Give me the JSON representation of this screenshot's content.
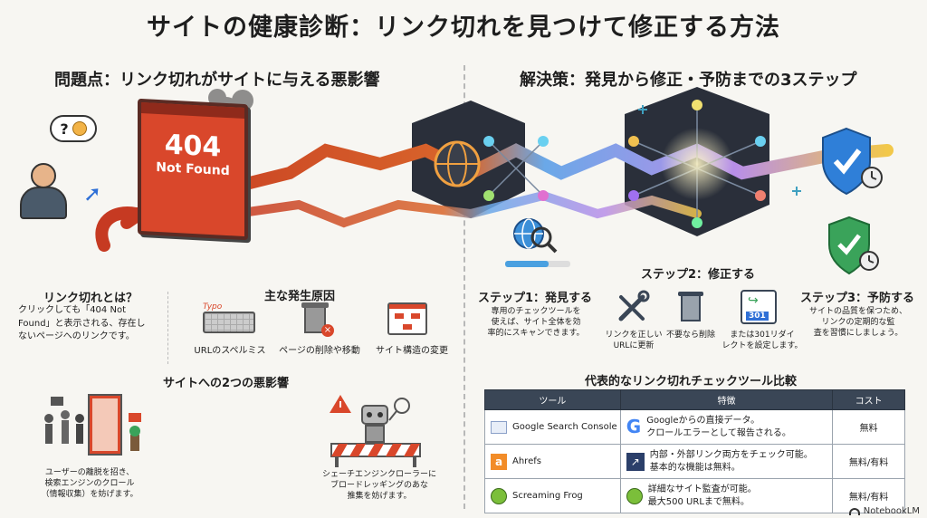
{
  "title": "サイトの健康診断：リンク切れを見つけて修正する方法",
  "left": {
    "heading": "問題点：リンク切れがサイトに与える悪影響",
    "error_code": "404",
    "error_text": "Not Found",
    "what": {
      "heading": "リンク切れとは？",
      "body": [
        "クリックしても「404 Not",
        "Found」と表示される、存在し",
        "ないページへのリンクです。"
      ]
    },
    "causes": {
      "heading": "主な発生原因",
      "typo_tag": "Typo",
      "items": [
        "URLのスペルミス",
        "ページの削除や移動",
        "サイト構造の変更"
      ]
    },
    "impacts": {
      "heading": "サイトへの2つの悪影響",
      "items": [
        [
          "ユーザーの離脱を招き、",
          "検索エンジンのクロール",
          "（情報収集）を妨げます。"
        ],
        [
          "シェーチエンジンクローラーに",
          "ブロードレッギングのあな",
          "推集を妨げます。"
        ]
      ]
    }
  },
  "right": {
    "heading": "解決策：発見から修正・予防までの3ステップ",
    "step1": {
      "heading": "ステップ1：発見する",
      "body": [
        "専用のチェックツールを",
        "使えば、サイト全体を効",
        "率的にスキャンできます。"
      ]
    },
    "step2": {
      "heading": "ステップ2：修正する",
      "items": [
        [
          "リンクを正しい",
          "URLに更新"
        ],
        [
          "不要なら削除"
        ],
        [
          "または301リダイ",
          "レクトを設定します。"
        ]
      ],
      "redirect_code": "301"
    },
    "step3": {
      "heading": "ステップ3：予防する",
      "body": [
        "サイトの品質を保つため、",
        "リンクの定期的な監",
        "査を習慣にしましょう。"
      ]
    },
    "table": {
      "heading": "代表的なリンク切れチェックツール比較",
      "headers": [
        "ツール",
        "特徴",
        "コスト"
      ],
      "rows": [
        {
          "tool": "Google Search Console",
          "feature": [
            "Googleからの直接データ。",
            "クロールエラーとして報告される。"
          ],
          "cost": "無料"
        },
        {
          "tool": "Ahrefs",
          "feature": [
            "内部・外部リンク両方をチェック可能。",
            "基本的な機能は無料。"
          ],
          "cost": "無料/有料"
        },
        {
          "tool": "Screaming Frog",
          "feature": [
            "詳細なサイト監査が可能。",
            "最大500 URLまで無料。"
          ],
          "cost": "無料/有料"
        }
      ]
    }
  },
  "brand": "NotebookLM",
  "colors": {
    "accent_red": "#d9472b",
    "accent_blue": "#2e6fd6",
    "header_dark": "#3a4656",
    "shield_blue": "#2f7fd8",
    "shield_green": "#3aa35a"
  }
}
